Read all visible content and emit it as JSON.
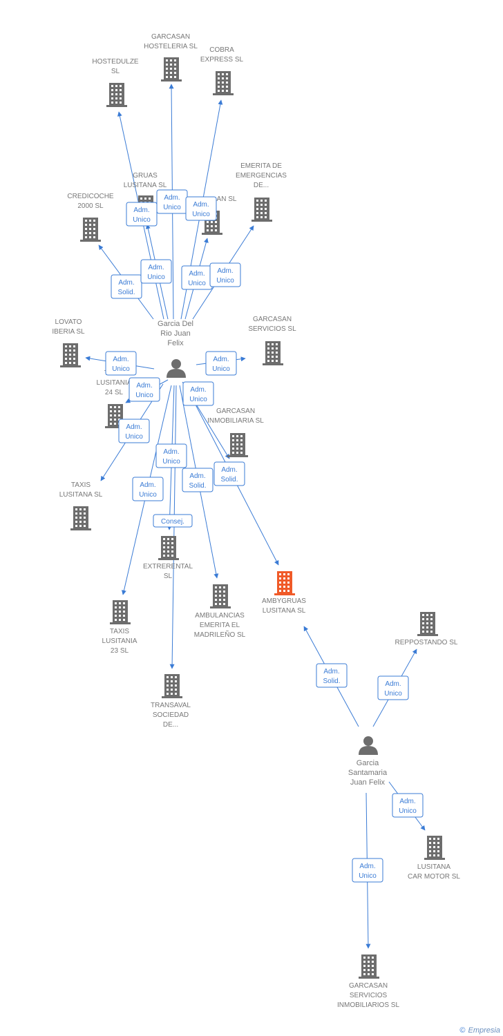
{
  "nodes": {
    "garcasan_hosteleria": {
      "label": [
        "GARCASAN",
        "HOSTELERIA SL"
      ],
      "kind": "company"
    },
    "cobra_express": {
      "label": [
        "COBRA",
        "EXPRESS SL"
      ],
      "kind": "company"
    },
    "hostedulze": {
      "label": [
        "HOSTEDULZE",
        "SL"
      ],
      "kind": "company"
    },
    "gruas_lusitana": {
      "label": [
        "GRUAS",
        "LUSITANA SL"
      ],
      "kind": "company"
    },
    "an_sl": {
      "label": [
        "AN SL"
      ],
      "kind": "company"
    },
    "emerita_emergencias": {
      "label": [
        "EMERITA DE",
        "EMERGENCIAS",
        "DE..."
      ],
      "kind": "company"
    },
    "credicoche": {
      "label": [
        "CREDICOCHE",
        "2000 SL"
      ],
      "kind": "company"
    },
    "lovato_iberia": {
      "label": [
        "LOVATO",
        "IBERIA SL"
      ],
      "kind": "company"
    },
    "garcasan_servicios": {
      "label": [
        "GARCASAN",
        "SERVICIOS SL"
      ],
      "kind": "company"
    },
    "taxis_lusitania_24": {
      "label": [
        "TAXIS",
        "LUSITANIA",
        "24 SL"
      ],
      "kind": "company"
    },
    "garcasan_inmobiliaria": {
      "label": [
        "GARCASAN",
        "INMOBILIARIA SL"
      ],
      "kind": "company"
    },
    "taxis_lusitana": {
      "label": [
        "TAXIS",
        "LUSITANA SL"
      ],
      "kind": "company"
    },
    "extrerental": {
      "label": [
        "EXTRERENTAL",
        "SL"
      ],
      "kind": "company"
    },
    "ambygruas": {
      "label": [
        "AMBYGRUAS",
        "LUSITANA SL"
      ],
      "kind": "company",
      "highlight": true
    },
    "taxis_lusitania_23": {
      "label": [
        "TAXIS",
        "LUSITANIA",
        "23 SL"
      ],
      "kind": "company"
    },
    "ambulancias": {
      "label": [
        "AMBULANCIAS",
        "EMERITA EL",
        "MADRILEÑO SL"
      ],
      "kind": "company"
    },
    "transaval": {
      "label": [
        "TRANSAVAL",
        "SOCIEDAD",
        "DE..."
      ],
      "kind": "company"
    },
    "reppostando": {
      "label": [
        "REPPOSTANDO SL"
      ],
      "kind": "company"
    },
    "lusitana_carmotor": {
      "label": [
        "LUSITANA",
        "CAR MOTOR SL"
      ],
      "kind": "company"
    },
    "garcasan_serv_inmob": {
      "label": [
        "GARCASAN",
        "SERVICIOS",
        "INMOBILIARIOS SL"
      ],
      "kind": "company"
    },
    "garcia_del_rio": {
      "label": [
        "Garcia Del",
        "Rio Juan",
        "Felix"
      ],
      "kind": "person"
    },
    "garcia_santamaria": {
      "label": [
        "Garcia",
        "Santamaria",
        "Juan Felix"
      ],
      "kind": "person"
    }
  },
  "relations": [
    {
      "id": "r_hostedulze",
      "label": [
        "Adm.",
        "Unico"
      ]
    },
    {
      "id": "r_garcasan_host",
      "label": [
        "Adm.",
        "Unico"
      ]
    },
    {
      "id": "r_cobra",
      "label": [
        "Adm.",
        "Unico"
      ]
    },
    {
      "id": "r_credicoche",
      "label": [
        "Adm.",
        "Solid."
      ]
    },
    {
      "id": "r_gruas",
      "label": [
        "Adm.",
        "Unico"
      ]
    },
    {
      "id": "r_an",
      "label": [
        "Adm.",
        "Unico"
      ]
    },
    {
      "id": "r_emerita",
      "label": [
        "Adm.",
        "Unico"
      ]
    },
    {
      "id": "r_lovato",
      "label": [
        "Adm.",
        "Unico"
      ]
    },
    {
      "id": "r_garcasan_serv",
      "label": [
        "Adm.",
        "Unico"
      ]
    },
    {
      "id": "r_taxis24",
      "label": [
        "Adm.",
        "Unico"
      ]
    },
    {
      "id": "r_garcasan_inmob",
      "label": [
        "Adm.",
        "Unico"
      ]
    },
    {
      "id": "r_taxis_lusitana",
      "label": [
        "Adm.",
        "Unico"
      ]
    },
    {
      "id": "r_extrerental",
      "label": [
        "Adm.",
        "Unico"
      ]
    },
    {
      "id": "r_ambulancias",
      "label": [
        "Adm.",
        "Solid."
      ]
    },
    {
      "id": "r_ambygruas_1",
      "label": [
        "Adm.",
        "Solid."
      ]
    },
    {
      "id": "r_taxis23",
      "label": [
        "Adm.",
        "Unico"
      ]
    },
    {
      "id": "r_transaval",
      "label": [
        "Consej."
      ]
    },
    {
      "id": "r_ambygruas_2",
      "label": [
        "Adm.",
        "Solid."
      ]
    },
    {
      "id": "r_reppostando",
      "label": [
        "Adm.",
        "Unico"
      ]
    },
    {
      "id": "r_lusitana_car",
      "label": [
        "Adm.",
        "Unico"
      ]
    },
    {
      "id": "r_garcasan_si",
      "label": [
        "Adm.",
        "Unico"
      ]
    }
  ],
  "colors": {
    "edge": "#3a7bd5",
    "building": "#6d6d6d",
    "building_highlight": "#f05a28",
    "person": "#6d6d6d",
    "label": "#777777"
  },
  "footer": {
    "copyright": "©",
    "brand": "Empresia"
  }
}
